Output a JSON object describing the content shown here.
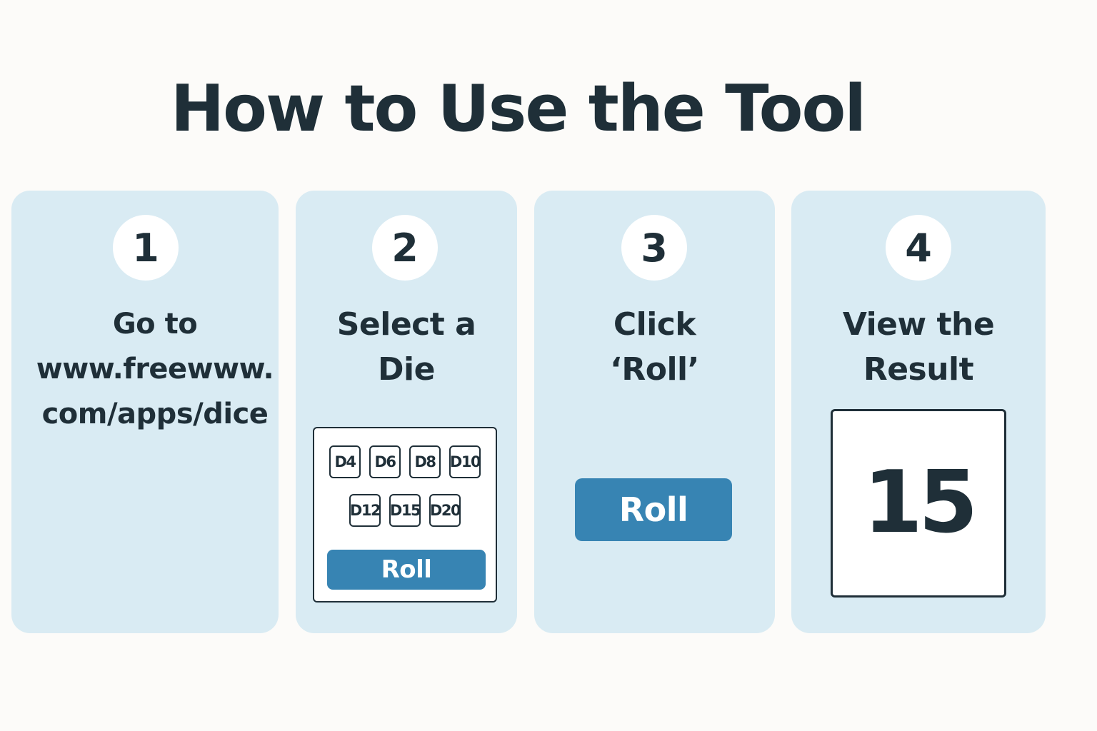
{
  "title": "How to Use the Tool",
  "colors": {
    "background": "#fcfbf9",
    "card": "#d9ebf3",
    "text": "#1f2f38",
    "button": "#3784b3"
  },
  "steps": [
    {
      "number": "1",
      "lines": [
        "Go to",
        "www.freewww.",
        "com/apps/dice"
      ]
    },
    {
      "number": "2",
      "lines": [
        "Select a",
        "Die"
      ]
    },
    {
      "number": "3",
      "lines": [
        "Click",
        "‘Roll’"
      ]
    },
    {
      "number": "4",
      "lines": [
        "View the",
        "Result"
      ]
    }
  ],
  "dice_panel": {
    "row_1": [
      "D4",
      "D6",
      "D8",
      "D10"
    ],
    "row_2": [
      "D12",
      "D15",
      "D20"
    ],
    "roll_label": "Roll"
  },
  "roll_button_label": "Roll",
  "result_value": "15"
}
